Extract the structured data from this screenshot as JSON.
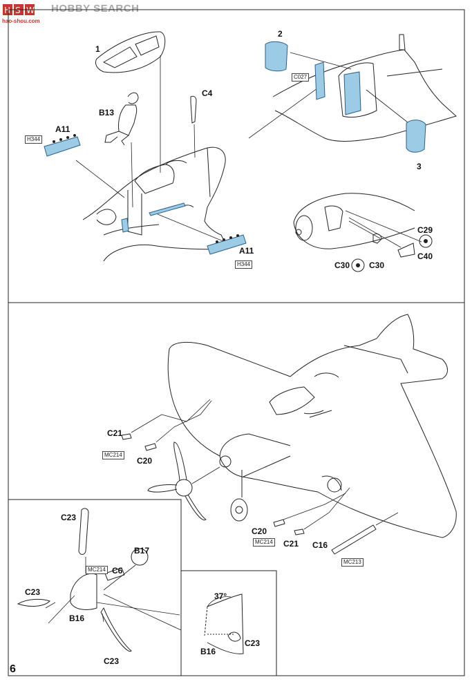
{
  "watermark": {
    "logo_text": "HOBBY SEARCH",
    "site": "hao-shou.com"
  },
  "step_number": "6",
  "labels": {
    "p1": "1",
    "b13": "B13",
    "a11_top": "A11",
    "c4": "C4",
    "a11_bottom": "A11",
    "p2": "2",
    "p3": "3",
    "c29": "C29",
    "c40": "C40",
    "c30_l": "C30",
    "c30_r": "C30",
    "c21_l": "C21",
    "c20_l": "C20",
    "c20_r": "C20",
    "c21_r": "C21",
    "c16": "C16",
    "c23_top": "C23",
    "c6": "C6",
    "b17": "B17",
    "c23_left": "C23",
    "b16": "B16",
    "c23_bottom": "C23",
    "angle": "37°",
    "b16_detail": "B16",
    "c23_detail": "C23"
  },
  "boxes": {
    "h344_top": "H344",
    "h344_bottom": "H344",
    "c027": "C027",
    "mc214_l": "MC214",
    "mc214_r": "MC214",
    "mc214_prop": "MC214",
    "mc213": "MC213"
  },
  "colors": {
    "line": "#222222",
    "photoetch": "#9ccbe6",
    "photoetch_edge": "#2b5f86",
    "watermark_red": "#c9342c"
  }
}
